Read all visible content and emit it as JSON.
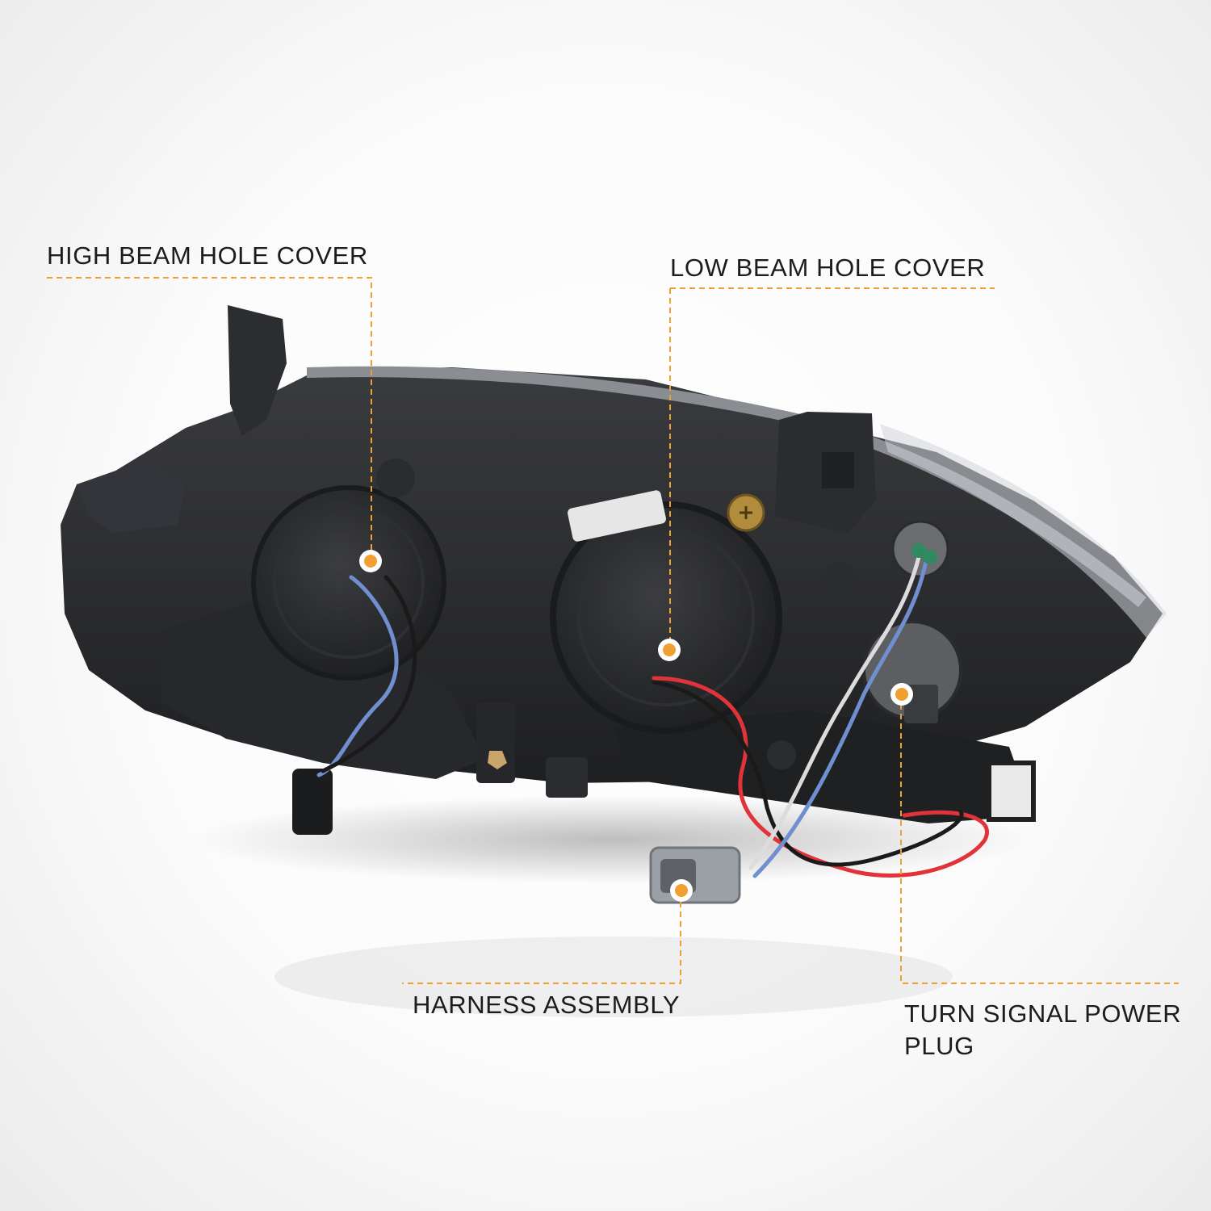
{
  "callouts": {
    "high_beam": {
      "label": "HIGH BEAM HOLE COVER"
    },
    "low_beam": {
      "label": "LOW BEAM HOLE COVER"
    },
    "harness": {
      "label": "HARNESS ASSEMBLY"
    },
    "turn_signal": {
      "label_line1": "TURN SIGNAL POWER",
      "label_line2": "PLUG"
    }
  },
  "colors": {
    "accent_orange": "#f0a030",
    "housing_black": "#2a2b2d",
    "wire_red": "#e0333a",
    "wire_blue": "#6f8fd0",
    "wire_white": "#dcdcdc",
    "wire_black": "#1a1a1a"
  }
}
